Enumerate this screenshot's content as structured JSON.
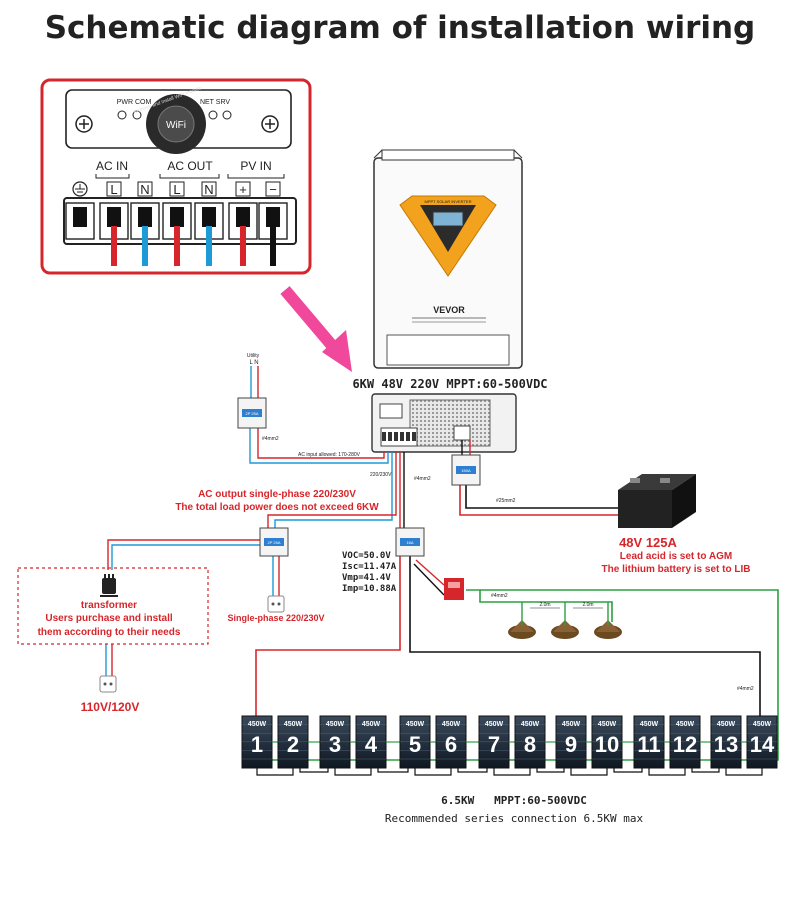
{
  "title": "Schematic diagram of installation wiring",
  "terminal_panel": {
    "pwr_com": "PWR COM",
    "net_srv": "NET SRV",
    "wifi_label": "WiFi",
    "wifi_ring_text": "Remove and install WiFi module",
    "groups": [
      "AC IN",
      "AC OUT",
      "PV IN"
    ],
    "terminals": [
      "L",
      "N",
      "L",
      "N",
      "+",
      "−"
    ]
  },
  "inverter": {
    "brand": "VEVOR",
    "screen_text": "MPPT SOLAR INVERTER",
    "spec": "6KW 48V 220V MPPT:60-500VDC"
  },
  "utility": {
    "label": "Utility",
    "ln": "L N"
  },
  "wire_notes": {
    "w4mm2_a": "#4mm2",
    "ac_input": "AC input allowed: 170-280V",
    "v220": "220/230V",
    "w4mm2_b": "#4mm2",
    "w25mm2": "#25mm2",
    "w4mm2_c": "#4mm2",
    "w4mm2_d": "#4mm2",
    "spacing": "2.0m"
  },
  "breaker_labels": {
    "b1": "2P 25A",
    "b2": "150A",
    "b3": "2P 25A",
    "b4": "16A"
  },
  "ac_output": {
    "line1": "AC output single-phase 220/230V",
    "line2": "The total load power does not exceed 6KW"
  },
  "battery": {
    "line1": "48V 125A",
    "line2": "Lead acid is set to AGM",
    "line3": "The lithium battery is set to LIB"
  },
  "pv_specs": [
    "VOC=50.0V",
    "Isc=11.47A",
    "Vmp=41.4V",
    "Imp=10.88A"
  ],
  "transformer": {
    "title": "transformer",
    "line1": "Users purchase and install",
    "line2": "them according to their needs"
  },
  "single_phase": "Single-phase 220/230V",
  "v110": "110V/120V",
  "panels": {
    "wattage": "450W",
    "numbers": [
      "1",
      "2",
      "3",
      "4",
      "5",
      "6",
      "7",
      "8",
      "9",
      "10",
      "11",
      "12",
      "13",
      "14"
    ]
  },
  "bottom": {
    "line1": "6.5KW   MPPT:60-500VDC",
    "line2": "Recommended series connection 6.5KW max"
  },
  "colors": {
    "red": "#d6262b",
    "blue": "#1e9ad6",
    "green": "#2ca043",
    "black": "#111111",
    "magenta": "#f0489b",
    "orange": "#f2a21c",
    "dark": "#1c1c1c"
  }
}
